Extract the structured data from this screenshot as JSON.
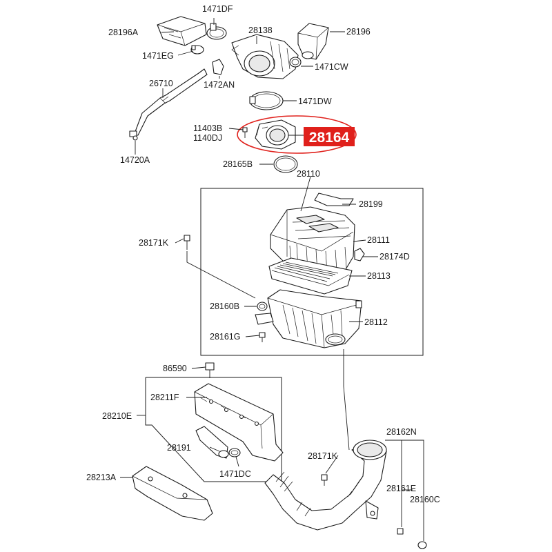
{
  "highlight": {
    "part_number": "28164",
    "color": "#e0201b"
  },
  "labels": {
    "p1471DF": "1471DF",
    "p28196A": "28196A",
    "p28138": "28138",
    "p28196": "28196",
    "p1471EG": "1471EG",
    "p1471CW": "1471CW",
    "p26710": "26710",
    "p1472AN": "1472AN",
    "p1471DW": "1471DW",
    "p11403B": "11403B",
    "p1140DJ": "1140DJ",
    "p14720A": "14720A",
    "p28165B": "28165B",
    "p28110": "28110",
    "p28199": "28199",
    "p28171K_top": "28171K",
    "p28111": "28111",
    "p28174D": "28174D",
    "p28113": "28113",
    "p28160B": "28160B",
    "p28112": "28112",
    "p28161G": "28161G",
    "p86590": "86590",
    "p28211F": "28211F",
    "p28210E": "28210E",
    "p28191": "28191",
    "p1471DC": "1471DC",
    "p28213A": "28213A",
    "p28162N": "28162N",
    "p28171K_bottom": "28171K",
    "p28161E": "28161E",
    "p28160C": "28160C"
  }
}
